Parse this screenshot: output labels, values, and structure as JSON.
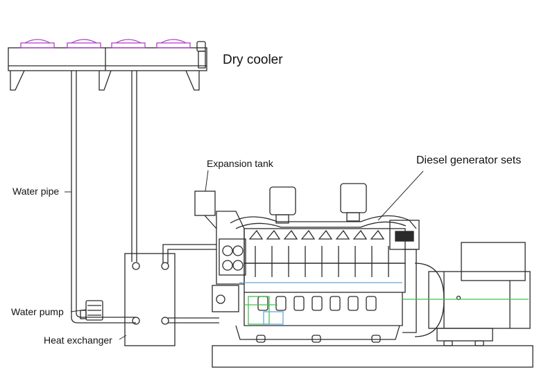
{
  "labels": {
    "dry_cooler": "Dry cooler",
    "expansion_tank": "Expansion tank",
    "diesel_generator_sets": "Diesel generator sets",
    "water_pipe": "Water pipe",
    "water_pump": "Water pump",
    "heat_exchanger": "Heat exchanger"
  },
  "colors": {
    "line": "#2a2a2a",
    "fan": "#b040c8",
    "accent_green": "#3cc24a",
    "accent_blue": "#6aa6d8"
  }
}
